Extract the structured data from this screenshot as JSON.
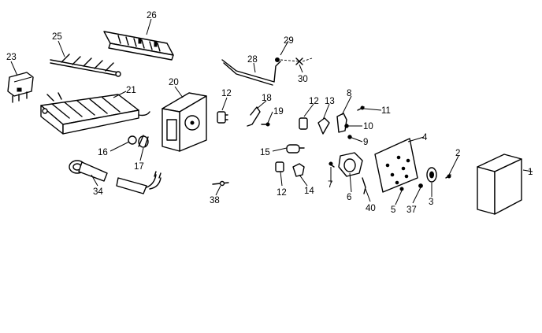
{
  "callouts": {
    "c1": "1",
    "c2": "2",
    "c3": "3",
    "c4": "4",
    "c5": "5",
    "c6": "6",
    "c7": "7",
    "c8": "8",
    "c9": "9",
    "c10": "10",
    "c11": "11",
    "c12a": "12",
    "c12b": "12",
    "c12c": "12",
    "c13": "13",
    "c14": "14",
    "c15": "15",
    "c16": "16",
    "c17": "17",
    "c18": "18",
    "c19": "19",
    "c20": "20",
    "c21": "21",
    "c23": "23",
    "c25": "25",
    "c26": "26",
    "c28": "28",
    "c29": "29",
    "c30": "30",
    "c34": "34",
    "c37": "37",
    "c38": "38",
    "c40": "40"
  }
}
